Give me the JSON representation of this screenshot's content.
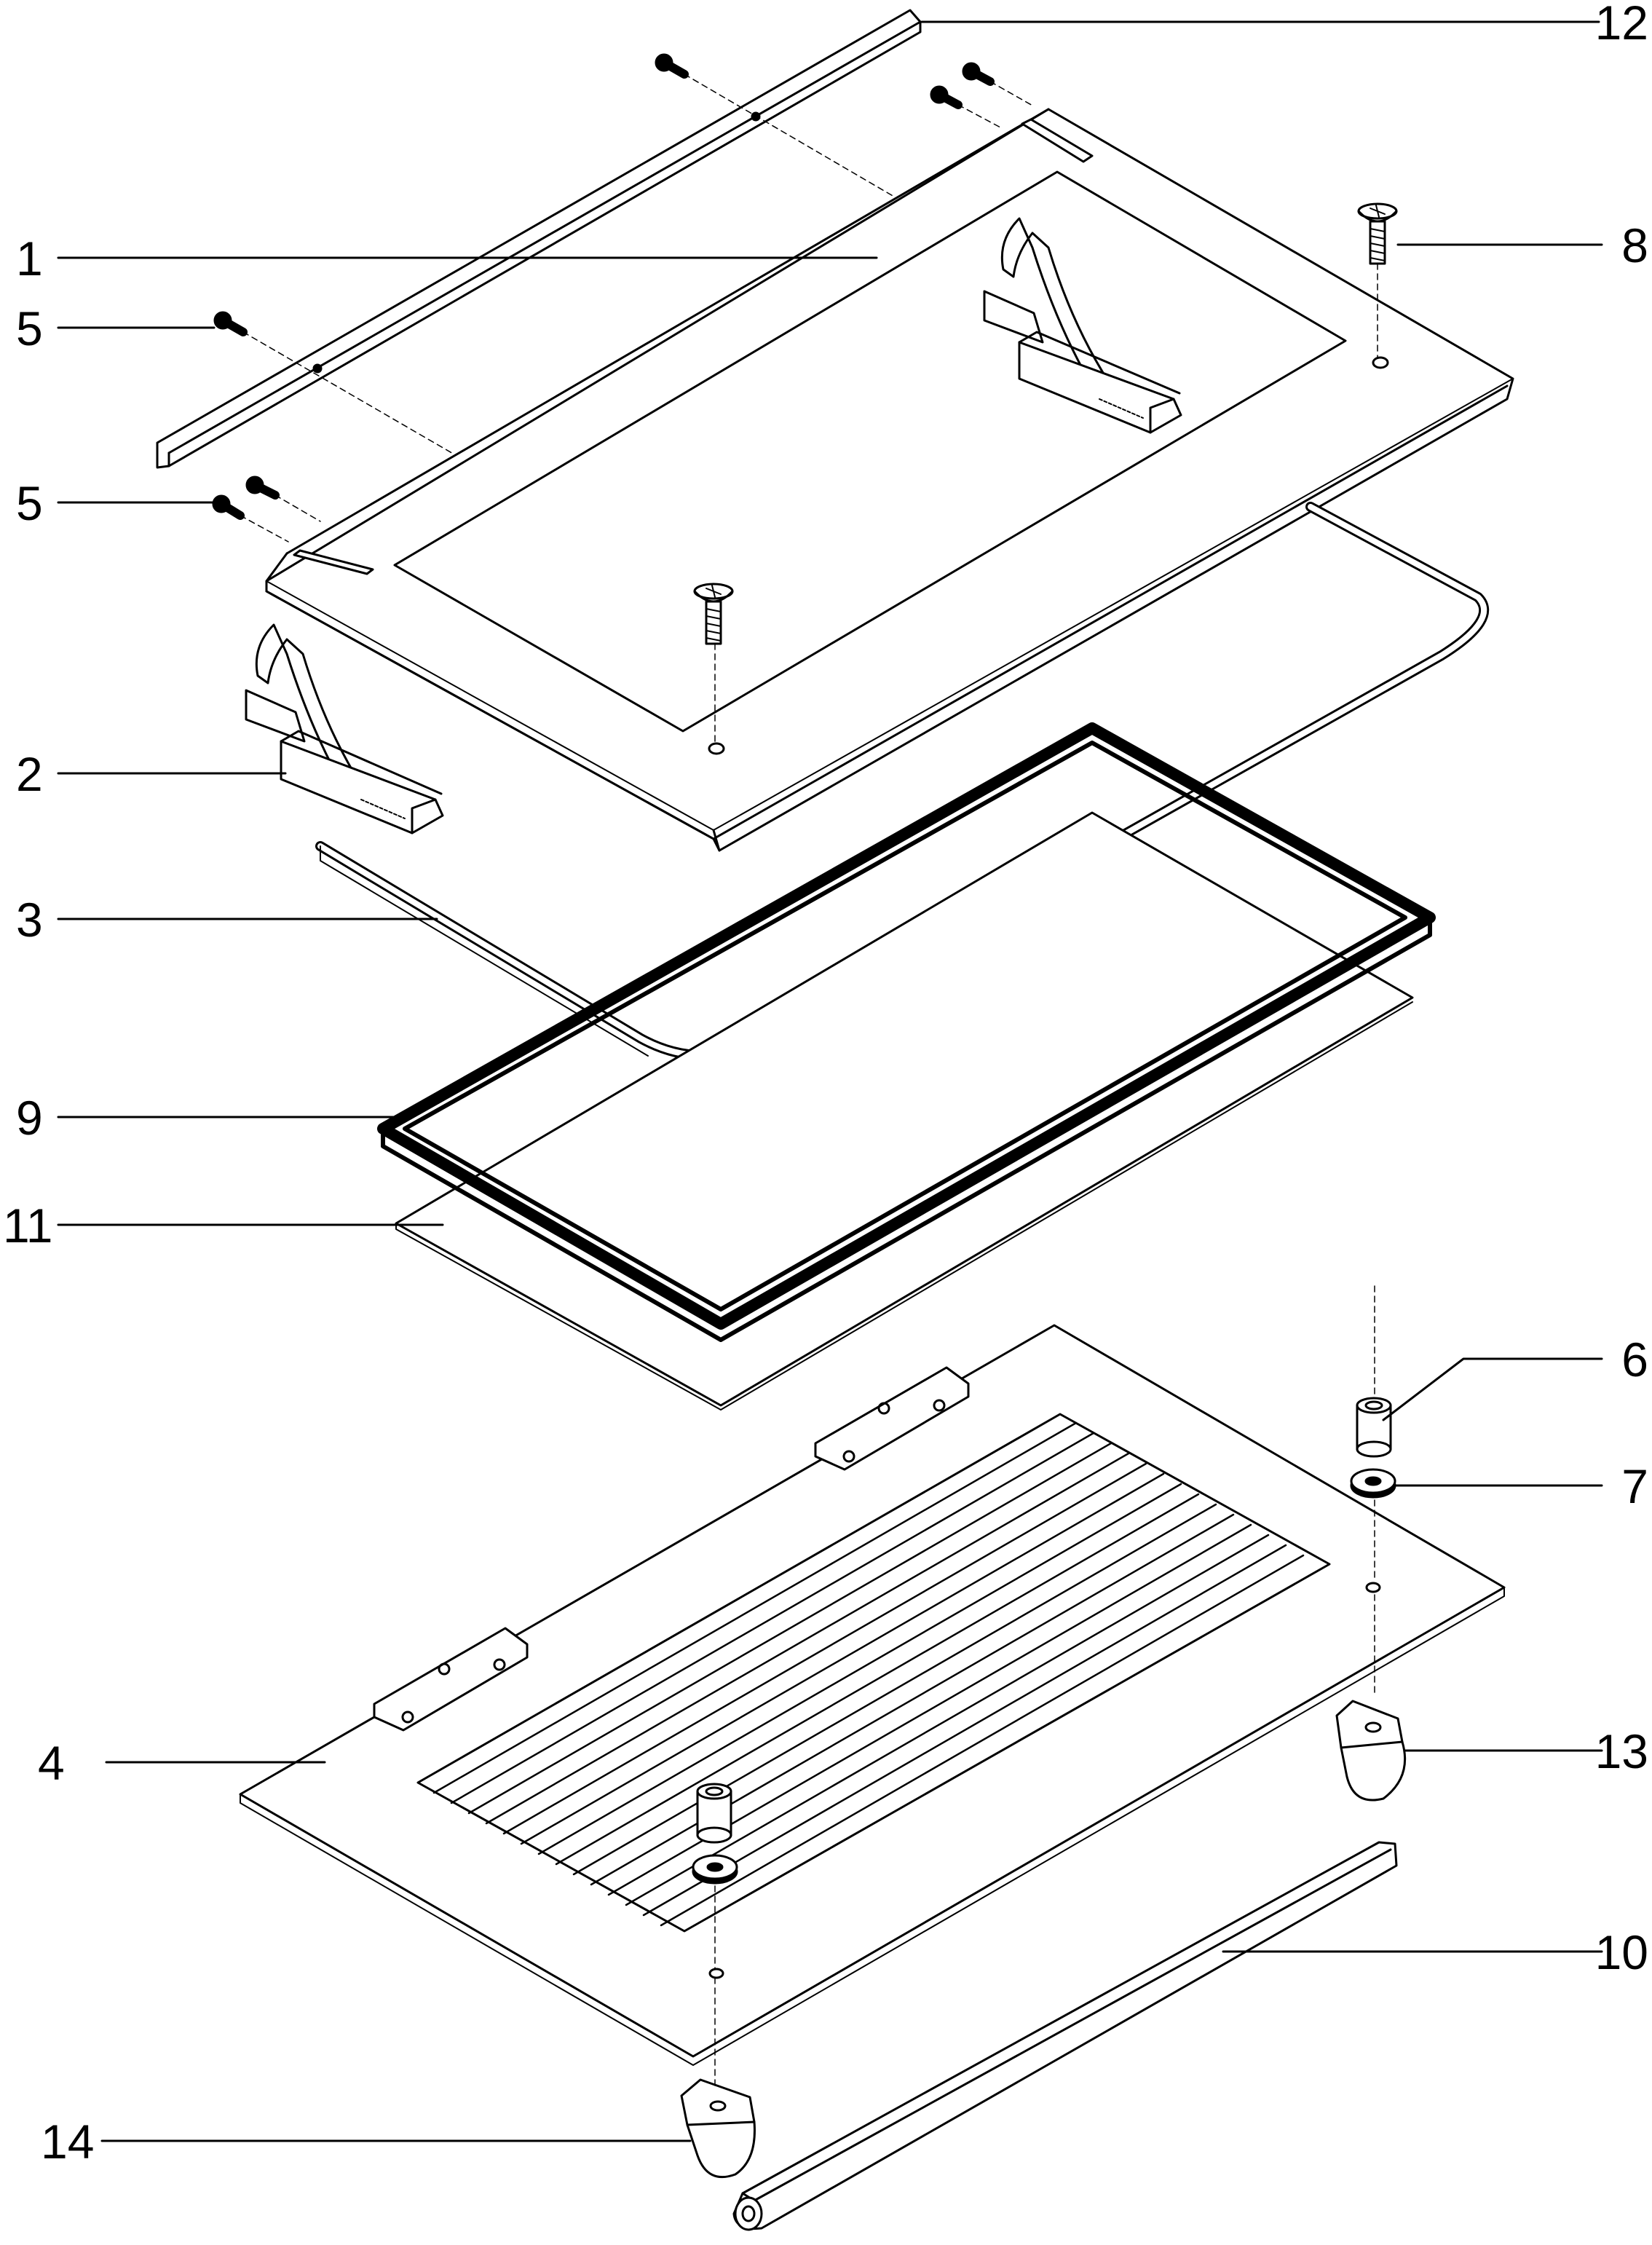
{
  "callouts": [
    {
      "id": "12",
      "label": "12"
    },
    {
      "id": "1",
      "label": "1"
    },
    {
      "id": "8",
      "label": "8"
    },
    {
      "id": "5a",
      "label": "5"
    },
    {
      "id": "5b",
      "label": "5"
    },
    {
      "id": "2",
      "label": "2"
    },
    {
      "id": "3",
      "label": "3"
    },
    {
      "id": "9",
      "label": "9"
    },
    {
      "id": "11",
      "label": "11"
    },
    {
      "id": "6",
      "label": "6"
    },
    {
      "id": "7",
      "label": "7"
    },
    {
      "id": "13",
      "label": "13"
    },
    {
      "id": "4",
      "label": "4"
    },
    {
      "id": "10",
      "label": "10"
    },
    {
      "id": "14",
      "label": "14"
    }
  ]
}
